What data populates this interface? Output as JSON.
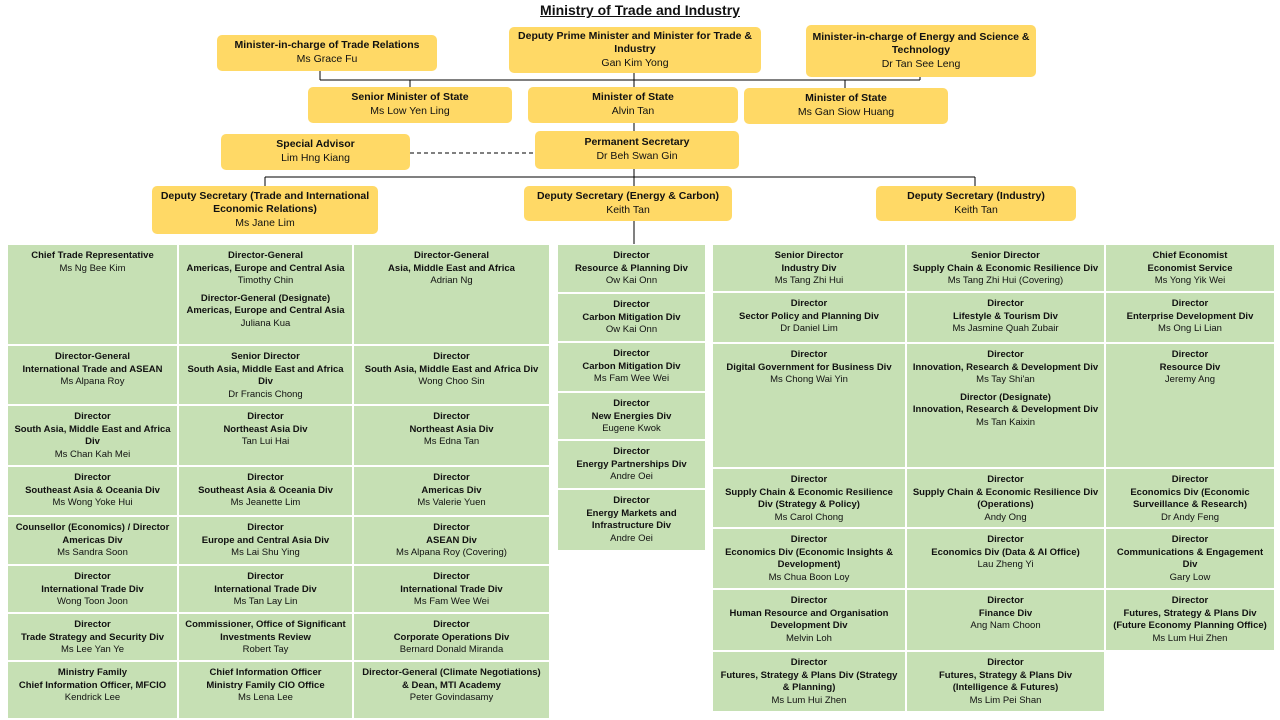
{
  "title": "Ministry of Trade and Industry",
  "top": {
    "trade": {
      "title": "Minister-in-charge of Trade Relations",
      "name": "Ms Grace Fu"
    },
    "dpm": {
      "title": "Deputy Prime Minister and Minister for Trade & Industry",
      "name": "Gan Kim Yong"
    },
    "energy": {
      "title": "Minister-in-charge of Energy and Science & Technology",
      "name": "Dr Tan See Leng"
    },
    "sms": {
      "title": "Senior Minister of State",
      "name": "Ms Low Yen Ling"
    },
    "mos1": {
      "title": "Minister of State",
      "name": "Alvin Tan"
    },
    "mos2": {
      "title": "Minister of State",
      "name": "Ms Gan Siow Huang"
    },
    "advisor": {
      "title": "Special Advisor",
      "name": "Lim Hng Kiang"
    },
    "ps": {
      "title": "Permanent Secretary",
      "name": "Dr Beh Swan Gin"
    },
    "ds1": {
      "title": "Deputy Secretary (Trade and International Economic Relations)",
      "name": "Ms Jane Lim"
    },
    "ds2": {
      "title": "Deputy Secretary (Energy & Carbon)",
      "name": "Keith Tan"
    },
    "ds3": {
      "title": "Deputy Secretary (Industry)",
      "name": "Keith Tan"
    }
  },
  "cells": [
    {
      "col": 0,
      "row": 0,
      "entries": [
        {
          "title": "Chief Trade Representative",
          "name": "Ms Ng Bee Kim"
        }
      ]
    },
    {
      "col": 1,
      "row": 0,
      "entries": [
        {
          "title": "Director-General\nAmericas, Europe and Central Asia",
          "name": "Timothy Chin"
        },
        {
          "title": "Director-General (Designate)\nAmericas, Europe and Central Asia",
          "name": "Juliana Kua"
        }
      ]
    },
    {
      "col": 2,
      "row": 0,
      "entries": [
        {
          "title": "Director-General\nAsia, Middle East and Africa",
          "name": "Adrian Ng"
        }
      ]
    },
    {
      "col": 0,
      "row": 1,
      "entries": [
        {
          "title": "Director-General\nInternational Trade and ASEAN",
          "name": "Ms Alpana Roy"
        }
      ]
    },
    {
      "col": 1,
      "row": 1,
      "entries": [
        {
          "title": "Senior Director\nSouth Asia, Middle East and Africa Div",
          "name": "Dr Francis Chong"
        }
      ]
    },
    {
      "col": 2,
      "row": 1,
      "entries": [
        {
          "title": "Director\nSouth Asia, Middle East and Africa Div",
          "name": "Wong Choo Sin"
        }
      ]
    },
    {
      "col": 0,
      "row": 2,
      "entries": [
        {
          "title": "Director\nSouth Asia, Middle East and Africa Div",
          "name": "Ms Chan Kah Mei"
        }
      ]
    },
    {
      "col": 1,
      "row": 2,
      "entries": [
        {
          "title": "Director\nNortheast Asia Div",
          "name": "Tan Lui Hai"
        }
      ]
    },
    {
      "col": 2,
      "row": 2,
      "entries": [
        {
          "title": "Director\nNortheast Asia Div",
          "name": "Ms Edna Tan"
        }
      ]
    },
    {
      "col": 0,
      "row": 3,
      "entries": [
        {
          "title": "Director\nSoutheast Asia & Oceania Div",
          "name": "Ms Wong Yoke Hui"
        }
      ]
    },
    {
      "col": 1,
      "row": 3,
      "entries": [
        {
          "title": "Director\nSoutheast Asia & Oceania Div",
          "name": "Ms Jeanette Lim"
        }
      ]
    },
    {
      "col": 2,
      "row": 3,
      "entries": [
        {
          "title": "Director\nAmericas Div",
          "name": "Ms Valerie Yuen"
        }
      ]
    },
    {
      "col": 0,
      "row": 4,
      "entries": [
        {
          "title": "Counsellor (Economics) / Director\nAmericas Div",
          "name": "Ms Sandra Soon"
        }
      ]
    },
    {
      "col": 1,
      "row": 4,
      "entries": [
        {
          "title": "Director\nEurope and Central Asia Div",
          "name": "Ms Lai Shu Ying"
        }
      ]
    },
    {
      "col": 2,
      "row": 4,
      "entries": [
        {
          "title": "Director\nASEAN Div",
          "name": "Ms Alpana Roy (Covering)"
        }
      ]
    },
    {
      "col": 0,
      "row": 5,
      "entries": [
        {
          "title": "Director\nInternational Trade Div",
          "name": "Wong Toon Joon"
        }
      ]
    },
    {
      "col": 1,
      "row": 5,
      "entries": [
        {
          "title": "Director\nInternational Trade Div",
          "name": "Ms Tan Lay Lin"
        }
      ]
    },
    {
      "col": 2,
      "row": 5,
      "entries": [
        {
          "title": "Director\nInternational Trade Div",
          "name": "Ms Fam Wee Wei"
        }
      ]
    },
    {
      "col": 0,
      "row": 6,
      "entries": [
        {
          "title": "Director\nTrade Strategy and Security Div",
          "name": "Ms Lee Yan Ye"
        }
      ]
    },
    {
      "col": 1,
      "row": 6,
      "entries": [
        {
          "title": "Commissioner, Office of Significant Investments Review",
          "name": "Robert Tay"
        }
      ]
    },
    {
      "col": 2,
      "row": 6,
      "entries": [
        {
          "title": "Director\nCorporate Operations Div",
          "name": "Bernard Donald Miranda"
        }
      ]
    },
    {
      "col": 0,
      "row": 7,
      "entries": [
        {
          "title": "Ministry Family\nChief Information Officer, MFCIO",
          "name": "Kendrick Lee"
        }
      ]
    },
    {
      "col": 1,
      "row": 7,
      "entries": [
        {
          "title": "Chief Information Officer\nMinistry Family CIO Office",
          "name": "Ms Lena Lee"
        }
      ]
    },
    {
      "col": 2,
      "row": 7,
      "entries": [
        {
          "title": "Director-General (Climate Negotiations) & Dean, MTI Academy",
          "name": "Peter Govindasamy"
        }
      ]
    },
    {
      "col": 3,
      "row": 0,
      "entries": [
        {
          "title": "Director\nResource & Planning Div",
          "name": "Ow Kai Onn"
        }
      ]
    },
    {
      "col": 3,
      "row": 1,
      "entries": [
        {
          "title": "Director\nCarbon Mitigation Div",
          "name": "Ow Kai Onn"
        }
      ]
    },
    {
      "col": 3,
      "row": 2,
      "entries": [
        {
          "title": "Director\nCarbon Mitigation Div",
          "name": "Ms Fam Wee Wei"
        }
      ]
    },
    {
      "col": 3,
      "row": 3,
      "entries": [
        {
          "title": "Director\nNew Energies Div",
          "name": "Eugene Kwok"
        }
      ]
    },
    {
      "col": 3,
      "row": 4,
      "entries": [
        {
          "title": "Director\nEnergy Partnerships Div",
          "name": "Andre Oei"
        }
      ]
    },
    {
      "col": 3,
      "row": 5,
      "entries": [
        {
          "title": "Director\nEnergy Markets and Infrastructure Div",
          "name": "Andre Oei"
        }
      ]
    },
    {
      "col": 4,
      "row": 0,
      "entries": [
        {
          "title": "Senior Director\nIndustry Div",
          "name": "Ms Tang Zhi Hui"
        }
      ]
    },
    {
      "col": 5,
      "row": 0,
      "entries": [
        {
          "title": "Senior Director\nSupply Chain & Economic Resilience Div",
          "name": "Ms Tang Zhi Hui (Covering)"
        }
      ]
    },
    {
      "col": 6,
      "row": 0,
      "entries": [
        {
          "title": "Chief Economist\nEconomist Service",
          "name": "Ms Yong Yik Wei"
        }
      ]
    },
    {
      "col": 4,
      "row": 1,
      "entries": [
        {
          "title": "Director\nSector Policy and Planning Div",
          "name": "Dr Daniel Lim"
        }
      ]
    },
    {
      "col": 5,
      "row": 1,
      "entries": [
        {
          "title": "Director\nLifestyle & Tourism Div",
          "name": "Ms Jasmine Quah Zubair"
        }
      ]
    },
    {
      "col": 6,
      "row": 1,
      "entries": [
        {
          "title": "Director\nEnterprise Development Div",
          "name": "Ms Ong Li Lian"
        }
      ]
    },
    {
      "col": 4,
      "row": 2,
      "entries": [
        {
          "title": "Director\nDigital Government for Business Div",
          "name": "Ms Chong Wai Yin"
        }
      ]
    },
    {
      "col": 5,
      "row": 2,
      "entries": [
        {
          "title": "Director\nInnovation, Research & Development Div",
          "name": "Ms Tay Shi'an"
        },
        {
          "title": "Director (Designate)\nInnovation, Research & Development Div",
          "name": "Ms Tan Kaixin"
        }
      ]
    },
    {
      "col": 6,
      "row": 2,
      "entries": [
        {
          "title": "Director\nResource Div",
          "name": "Jeremy Ang"
        }
      ]
    },
    {
      "col": 4,
      "row": 3,
      "entries": [
        {
          "title": "Director\nSupply Chain & Economic Resilience Div (Strategy & Policy)",
          "name": "Ms Carol Chong"
        }
      ]
    },
    {
      "col": 5,
      "row": 3,
      "entries": [
        {
          "title": "Director\nSupply Chain & Economic Resilience Div (Operations)",
          "name": "Andy Ong"
        }
      ]
    },
    {
      "col": 6,
      "row": 3,
      "entries": [
        {
          "title": "Director\nEconomics Div (Economic Surveillance & Research)",
          "name": "Dr Andy Feng"
        }
      ]
    },
    {
      "col": 4,
      "row": 4,
      "entries": [
        {
          "title": "Director\nEconomics Div (Economic Insights & Development)",
          "name": "Ms Chua Boon Loy"
        }
      ]
    },
    {
      "col": 5,
      "row": 4,
      "entries": [
        {
          "title": "Director\nEconomics Div (Data & AI Office)",
          "name": "Lau Zheng Yi"
        }
      ]
    },
    {
      "col": 6,
      "row": 4,
      "entries": [
        {
          "title": "Director\nCommunications & Engagement Div",
          "name": "Gary Low"
        }
      ]
    },
    {
      "col": 4,
      "row": 5,
      "entries": [
        {
          "title": "Director\nHuman Resource and Organisation Development Div",
          "name": "Melvin Loh"
        }
      ]
    },
    {
      "col": 5,
      "row": 5,
      "entries": [
        {
          "title": "Director\nFinance Div",
          "name": "Ang Nam Choon"
        }
      ]
    },
    {
      "col": 6,
      "row": 5,
      "entries": [
        {
          "title": "Director\nFutures, Strategy & Plans Div (Future Economy Planning Office)",
          "name": "Ms Lum Hui Zhen"
        }
      ]
    },
    {
      "col": 4,
      "row": 6,
      "entries": [
        {
          "title": "Director\nFutures, Strategy & Plans Div (Strategy & Planning)",
          "name": "Ms Lum Hui Zhen"
        }
      ]
    },
    {
      "col": 5,
      "row": 6,
      "entries": [
        {
          "title": "Director\nFutures, Strategy & Plans Div (Intelligence & Futures)",
          "name": "Ms Lim Pei Shan"
        }
      ]
    }
  ]
}
